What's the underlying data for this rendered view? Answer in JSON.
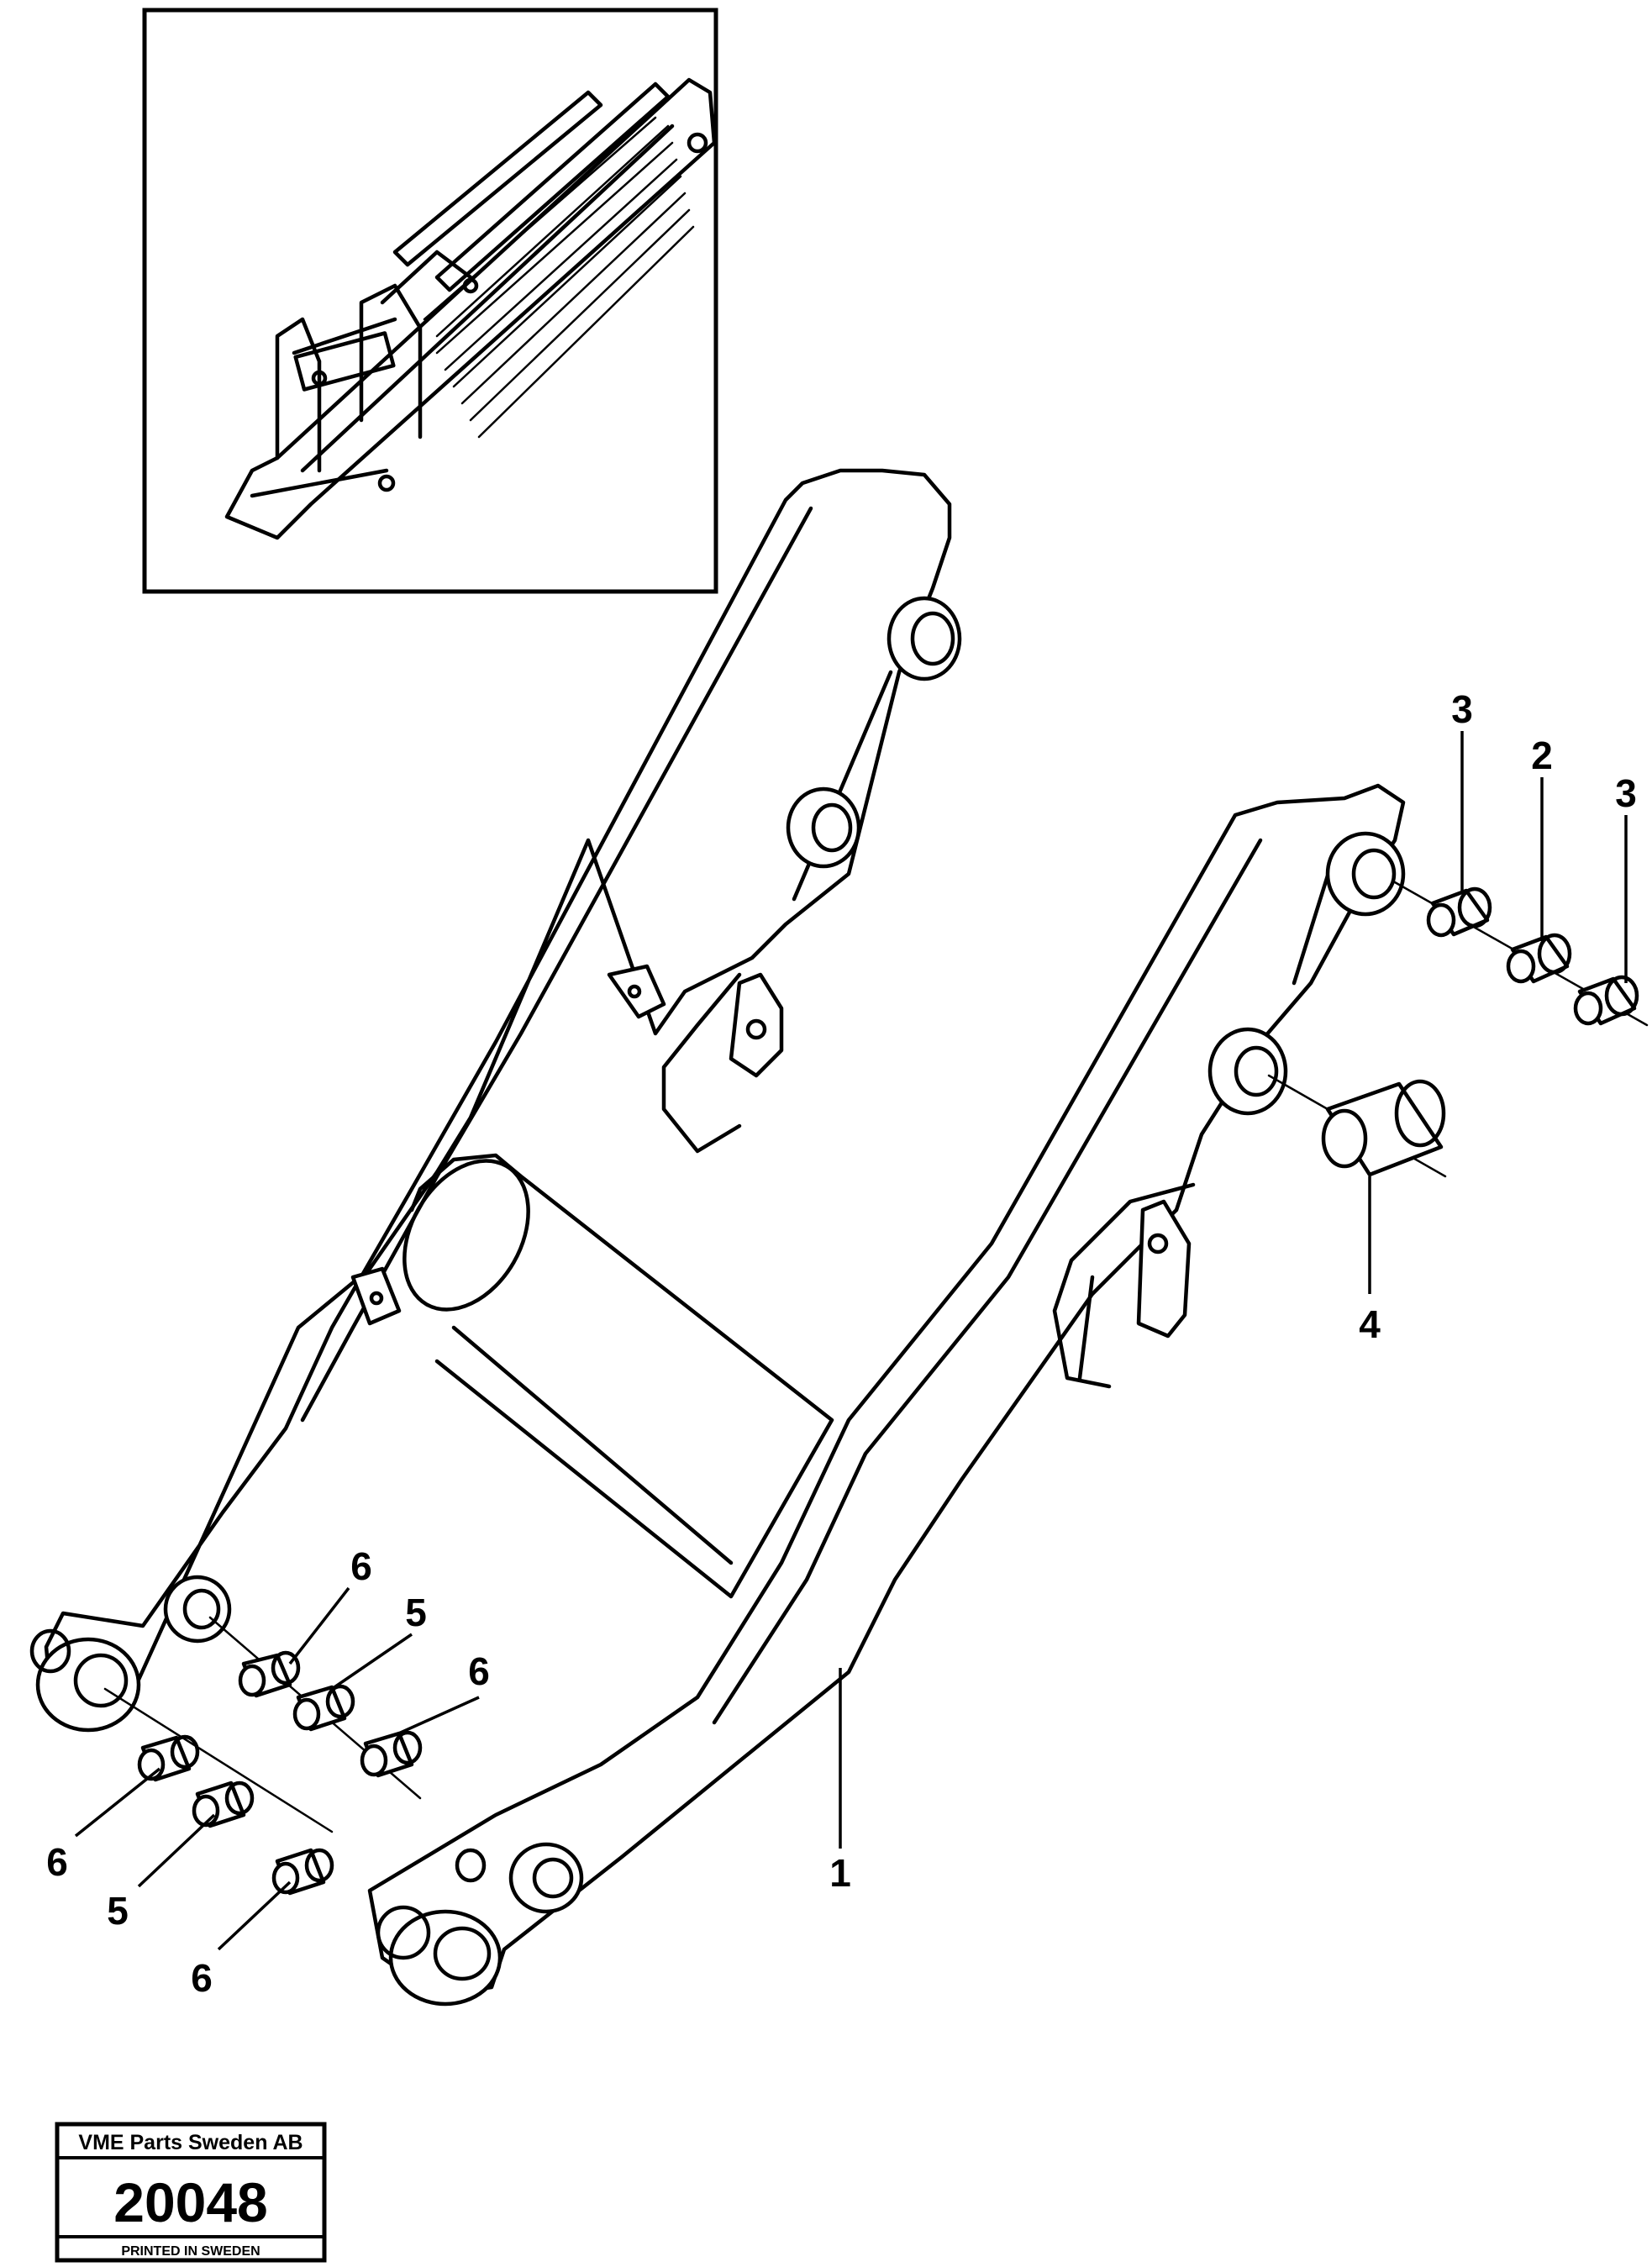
{
  "callouts": [
    {
      "id": "c1",
      "label": "1"
    },
    {
      "id": "c2",
      "label": "2"
    },
    {
      "id": "c3a",
      "label": "3"
    },
    {
      "id": "c3b",
      "label": "3"
    },
    {
      "id": "c4",
      "label": "4"
    },
    {
      "id": "c5a",
      "label": "5"
    },
    {
      "id": "c5b",
      "label": "5"
    },
    {
      "id": "c6a",
      "label": "6"
    },
    {
      "id": "c6b",
      "label": "6"
    },
    {
      "id": "c6c",
      "label": "6"
    },
    {
      "id": "c6d",
      "label": "6"
    }
  ],
  "stamp": {
    "company": "VME Parts Sweden AB",
    "number": "20048",
    "printed": "PRINTED IN SWEDEN"
  }
}
